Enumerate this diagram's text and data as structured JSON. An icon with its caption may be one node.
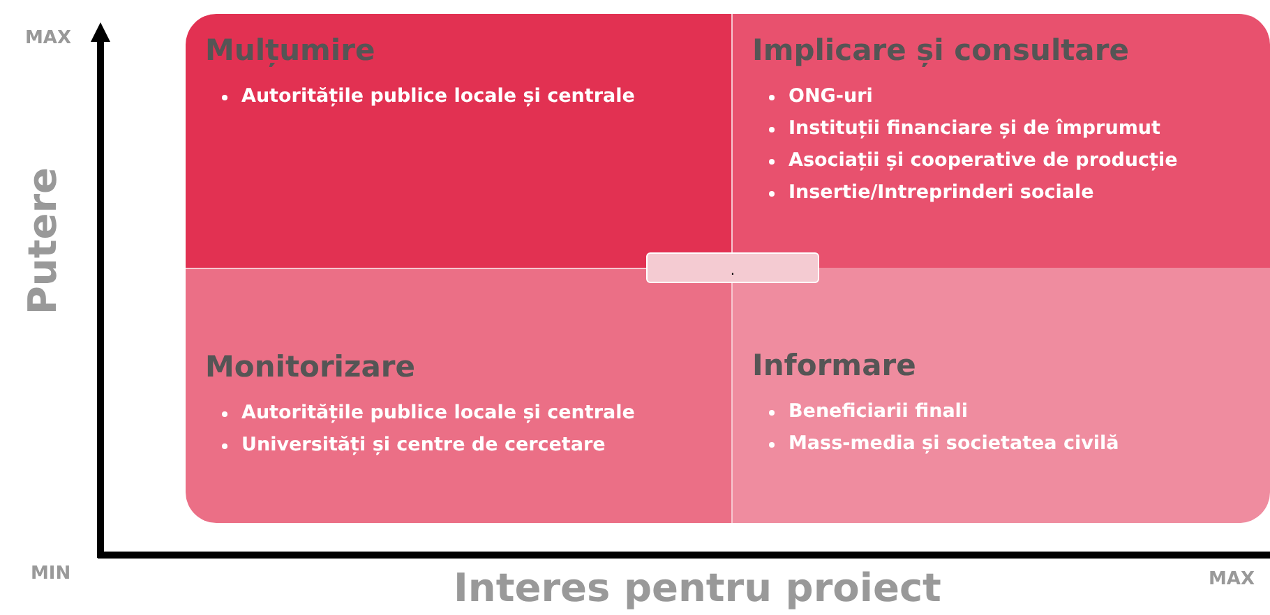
{
  "diagram": {
    "nodes": [
      {
        "text": [
          "Mulțumire",
          "Autoritățile publice locale și centrale"
        ]
      },
      {
        "text": [
          "Implicare și consultare",
          "ONG-uri",
          "Instituții financiare și de împrumut",
          "Asociații și cooperative de producție",
          "Insertie/Intreprinderi sociale"
        ]
      },
      {
        "text": [
          "Monitorizare",
          "Autoritățile publice locale și centrale",
          "Universități și centre de cercetare"
        ]
      },
      {
        "text": [
          "Informare",
          "Beneficiarii finali",
          "Mass-media și societatea civilă"
        ]
      },
      {
        "text": [
          "."
        ]
      }
    ],
    "labels": [
      "MAX",
      "Putere",
      "MIN",
      "Interes pentru proiect",
      "MAX"
    ]
  }
}
